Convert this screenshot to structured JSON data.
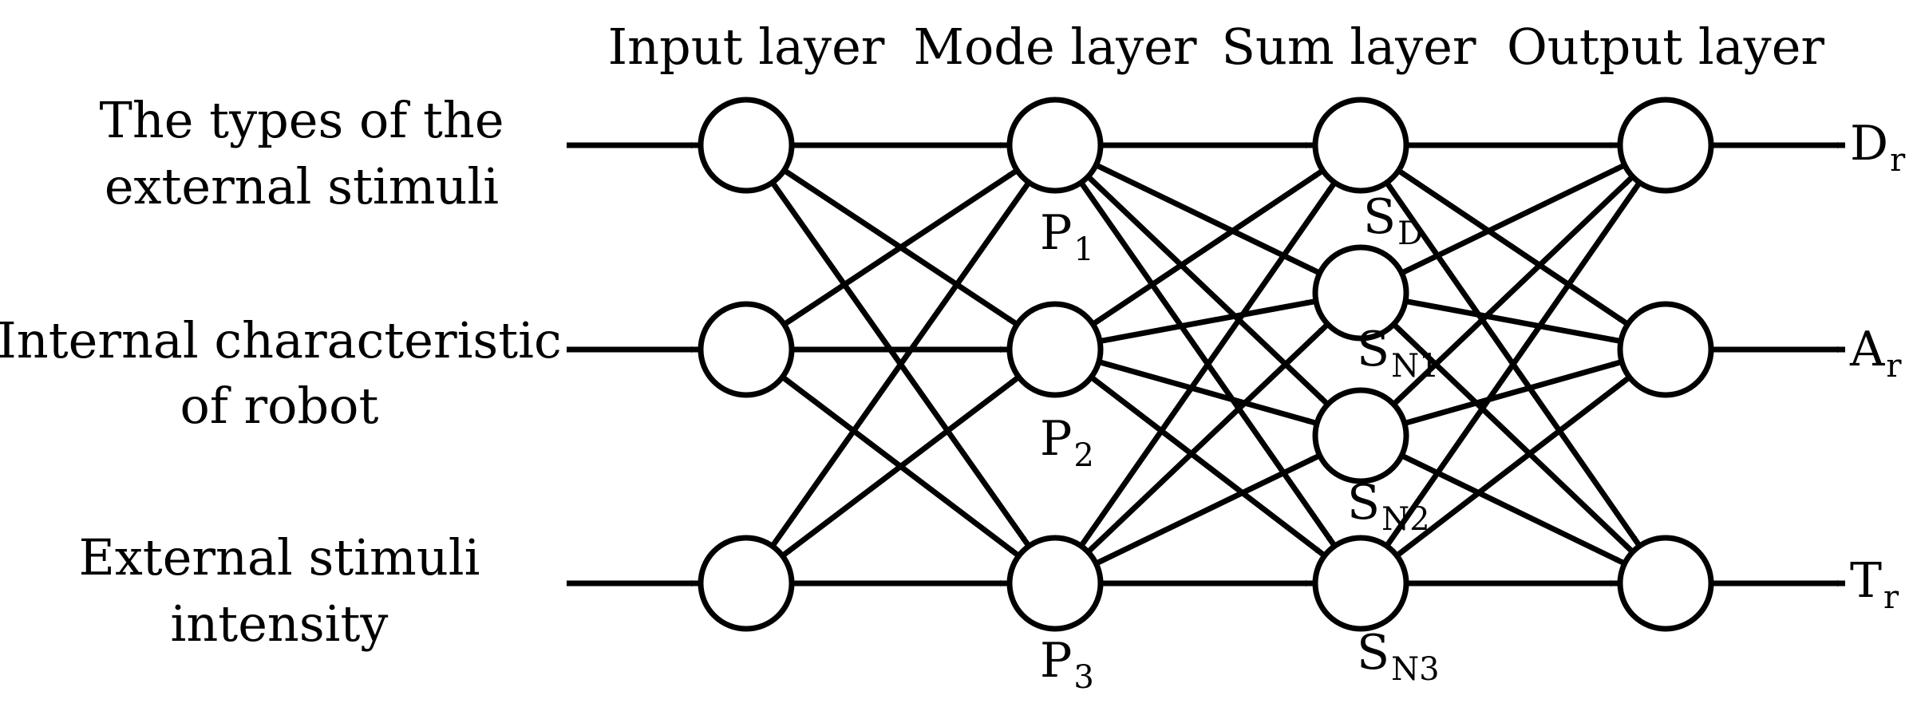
{
  "layer_titles": [
    "Input layer",
    "Mode layer",
    "Sum layer",
    "Output layer"
  ],
  "input_labels": [
    [
      "The types of the",
      "external stimuli"
    ],
    [
      "Internal characteristic",
      "of robot"
    ],
    [
      "External stimuli",
      "intensity"
    ]
  ],
  "mode_nodes": [
    {
      "main": "P",
      "sub": "1"
    },
    {
      "main": "P",
      "sub": "2"
    },
    {
      "main": "P",
      "sub": "3"
    }
  ],
  "sum_nodes": [
    {
      "main": "S",
      "sub": "D"
    },
    {
      "main": "S",
      "sub": "N1"
    },
    {
      "main": "S",
      "sub": "N2"
    },
    {
      "main": "S",
      "sub": "N3"
    }
  ],
  "outputs": [
    {
      "main": "D",
      "sub": "r"
    },
    {
      "main": "A",
      "sub": "r"
    },
    {
      "main": "T",
      "sub": "r"
    }
  ],
  "colors": {
    "stroke": "#000000",
    "background": "#ffffff"
  }
}
